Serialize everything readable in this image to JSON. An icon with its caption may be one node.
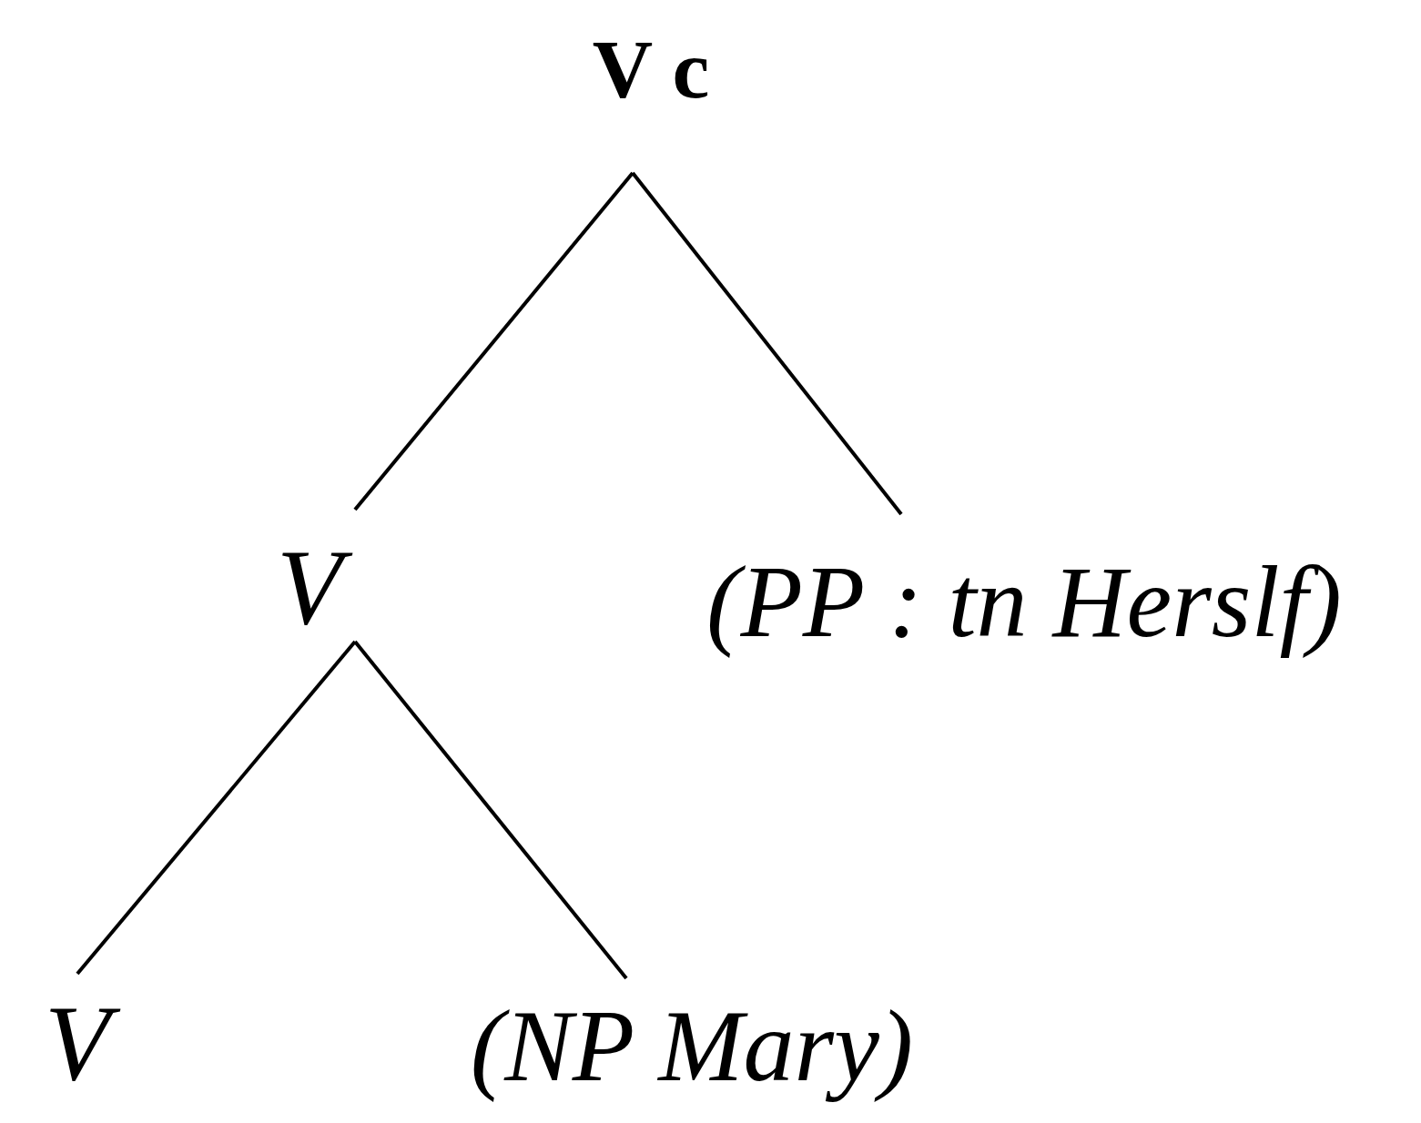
{
  "diagram": {
    "nodes": [
      {
        "text": [
          "V c"
        ]
      },
      {
        "text": [
          "V"
        ]
      },
      {
        "text": [
          "(PP : tn Herslf)"
        ]
      },
      {
        "text": [
          "V"
        ]
      },
      {
        "text": [
          "(NP Mary)"
        ]
      }
    ],
    "edges": [
      {
        "from": 0,
        "to": 1,
        "arrow": "none"
      },
      {
        "from": 0,
        "to": 2,
        "arrow": "none"
      },
      {
        "from": 1,
        "to": 3,
        "arrow": "none"
      },
      {
        "from": 1,
        "to": 4,
        "arrow": "none"
      }
    ]
  }
}
